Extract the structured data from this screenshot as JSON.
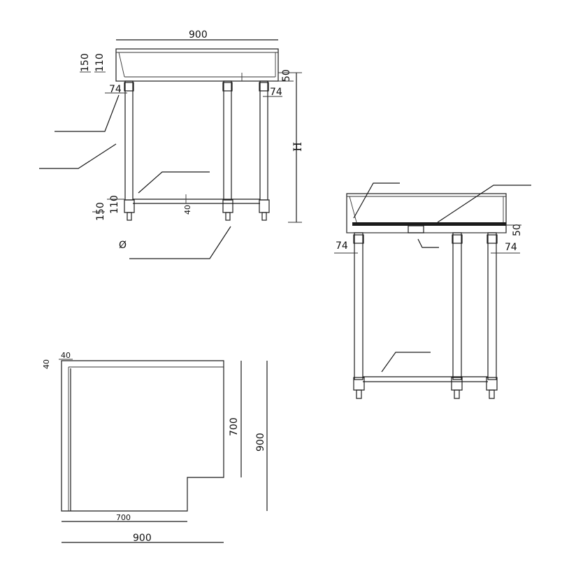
{
  "front_view": {
    "width": "900",
    "height_symbol": "H",
    "backsplash_height": "150",
    "top_thickness": "110",
    "apron": "50",
    "leg_left": "74",
    "leg_right": "74",
    "undershelf_offset": "150",
    "undershelf_thickness": "110",
    "undershelf_depth": "40",
    "diameter_symbol": "Ø"
  },
  "side_view": {
    "apron": "50",
    "leg_left": "74",
    "leg_right": "74"
  },
  "plan_view": {
    "upstand_left": "40",
    "upstand_top": "40",
    "inner_depth": "700",
    "outer_depth": "900",
    "inner_width": "700",
    "outer_width": "900"
  }
}
